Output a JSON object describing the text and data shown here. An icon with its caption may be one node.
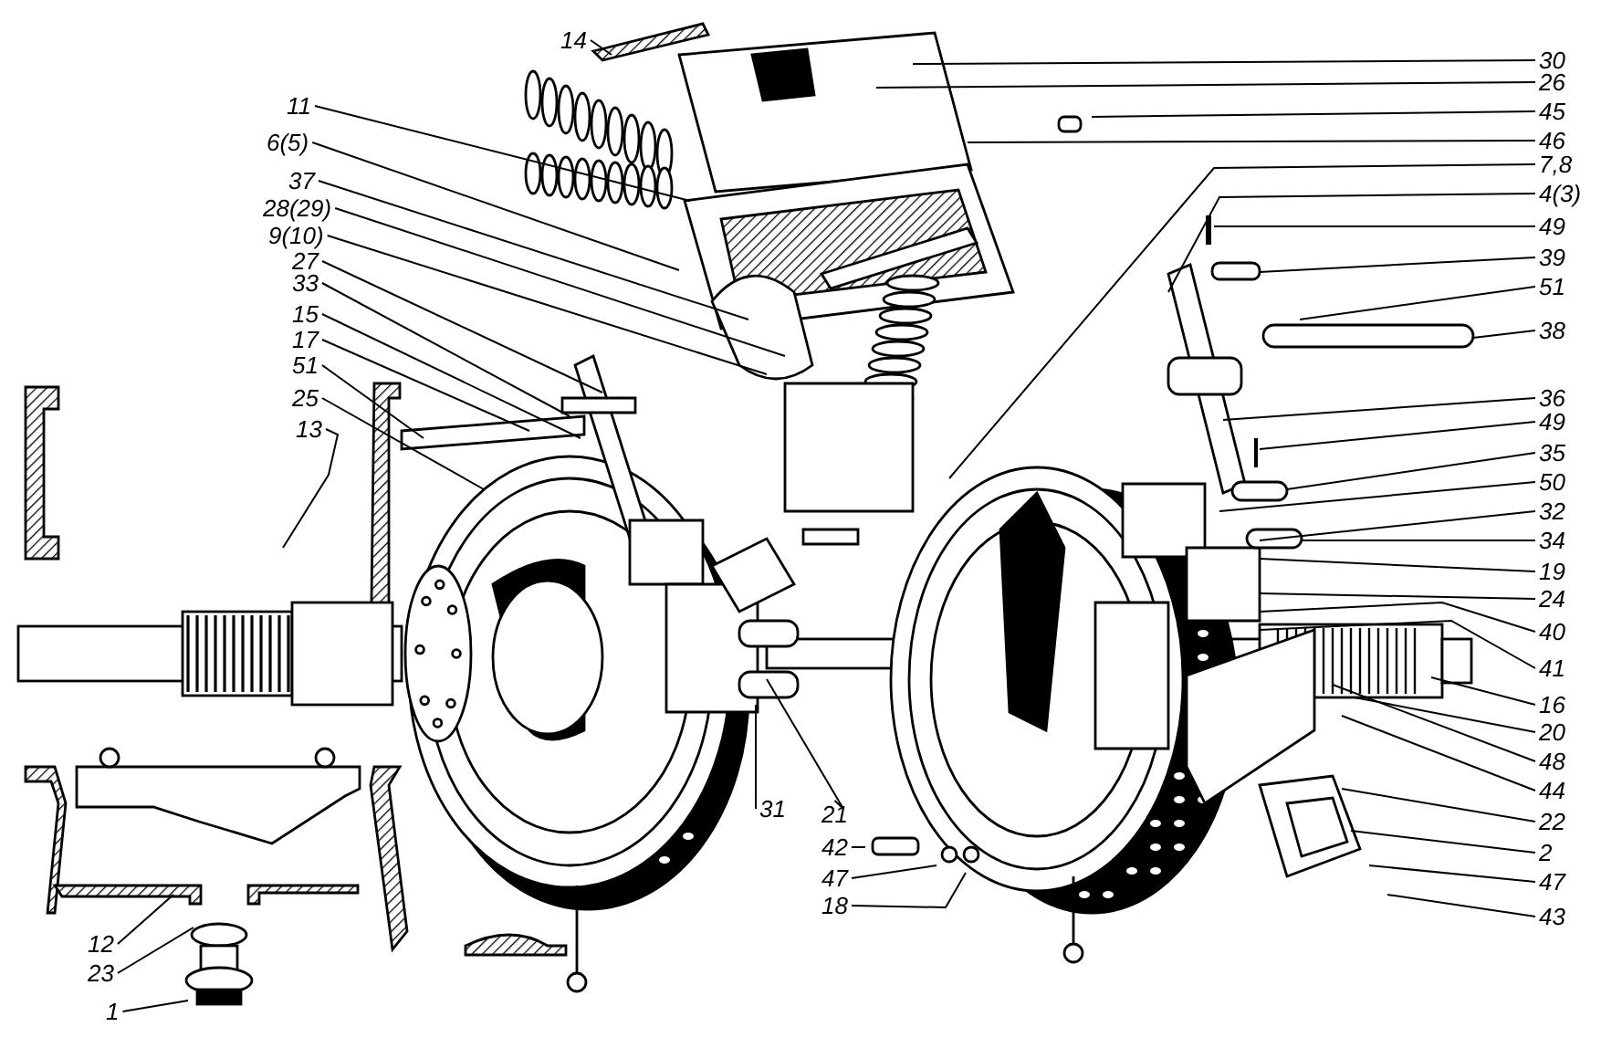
{
  "diagram": {
    "nodes": [
      {
        "text": [
          "14"
        ]
      },
      {
        "text": [
          "11"
        ]
      },
      {
        "text": [
          "6(5)"
        ]
      },
      {
        "text": [
          "37"
        ]
      },
      {
        "text": [
          "28(29)"
        ]
      },
      {
        "text": [
          "9(10)"
        ]
      },
      {
        "text": [
          "27"
        ]
      },
      {
        "text": [
          "33"
        ]
      },
      {
        "text": [
          "15"
        ]
      },
      {
        "text": [
          "17"
        ]
      },
      {
        "text": [
          "51"
        ]
      },
      {
        "text": [
          "25"
        ]
      },
      {
        "text": [
          "13"
        ]
      },
      {
        "text": [
          "30"
        ]
      },
      {
        "text": [
          "26"
        ]
      },
      {
        "text": [
          "45"
        ]
      },
      {
        "text": [
          "46"
        ]
      },
      {
        "text": [
          "7,8"
        ]
      },
      {
        "text": [
          "4(3)"
        ]
      },
      {
        "text": [
          "49"
        ]
      },
      {
        "text": [
          "39"
        ]
      },
      {
        "text": [
          "51"
        ]
      },
      {
        "text": [
          "38"
        ]
      },
      {
        "text": [
          "36"
        ]
      },
      {
        "text": [
          "49"
        ]
      },
      {
        "text": [
          "35"
        ]
      },
      {
        "text": [
          "50"
        ]
      },
      {
        "text": [
          "32"
        ]
      },
      {
        "text": [
          "34"
        ]
      },
      {
        "text": [
          "19"
        ]
      },
      {
        "text": [
          "24"
        ]
      },
      {
        "text": [
          "40"
        ]
      },
      {
        "text": [
          "41"
        ]
      },
      {
        "text": [
          "16"
        ]
      },
      {
        "text": [
          "20"
        ]
      },
      {
        "text": [
          "48"
        ]
      },
      {
        "text": [
          "44"
        ]
      },
      {
        "text": [
          "22"
        ]
      },
      {
        "text": [
          "2"
        ]
      },
      {
        "text": [
          "47"
        ]
      },
      {
        "text": [
          "43"
        ]
      },
      {
        "text": [
          "12"
        ]
      },
      {
        "text": [
          "23"
        ]
      },
      {
        "text": [
          "1"
        ]
      },
      {
        "text": [
          "31"
        ]
      },
      {
        "text": [
          "21"
        ]
      },
      {
        "text": [
          "42"
        ]
      },
      {
        "text": [
          "47"
        ]
      },
      {
        "text": [
          "18"
        ]
      }
    ],
    "edges": [
      {
        "from": 0,
        "to": null,
        "arrow": "none"
      },
      {
        "from": 1,
        "to": null,
        "arrow": "none"
      },
      {
        "from": 2,
        "to": null,
        "arrow": "none"
      },
      {
        "from": 3,
        "to": null,
        "arrow": "none"
      },
      {
        "from": 4,
        "to": null,
        "arrow": "none"
      },
      {
        "from": 5,
        "to": null,
        "arrow": "none"
      },
      {
        "from": 6,
        "to": null,
        "arrow": "none"
      },
      {
        "from": 7,
        "to": null,
        "arrow": "none"
      },
      {
        "from": 8,
        "to": null,
        "arrow": "none"
      },
      {
        "from": 9,
        "to": null,
        "arrow": "none"
      },
      {
        "from": 10,
        "to": null,
        "arrow": "none"
      },
      {
        "from": 11,
        "to": null,
        "arrow": "none"
      },
      {
        "from": 12,
        "to": null,
        "arrow": "none"
      },
      {
        "from": 13,
        "to": null,
        "arrow": "none"
      },
      {
        "from": 14,
        "to": null,
        "arrow": "none"
      },
      {
        "from": 15,
        "to": null,
        "arrow": "none"
      },
      {
        "from": 16,
        "to": null,
        "arrow": "none"
      },
      {
        "from": 17,
        "to": null,
        "arrow": "none"
      },
      {
        "from": 18,
        "to": null,
        "arrow": "none"
      },
      {
        "from": 19,
        "to": null,
        "arrow": "none"
      },
      {
        "from": 20,
        "to": null,
        "arrow": "none"
      },
      {
        "from": 21,
        "to": null,
        "arrow": "none"
      },
      {
        "from": 22,
        "to": null,
        "arrow": "none"
      },
      {
        "from": 23,
        "to": null,
        "arrow": "none"
      },
      {
        "from": 24,
        "to": null,
        "arrow": "none"
      },
      {
        "from": 25,
        "to": null,
        "arrow": "none"
      },
      {
        "from": 26,
        "to": null,
        "arrow": "none"
      },
      {
        "from": 27,
        "to": null,
        "arrow": "none"
      },
      {
        "from": 28,
        "to": null,
        "arrow": "none"
      },
      {
        "from": 29,
        "to": null,
        "arrow": "none"
      },
      {
        "from": 30,
        "to": null,
        "arrow": "none"
      },
      {
        "from": 31,
        "to": null,
        "arrow": "none"
      },
      {
        "from": 32,
        "to": null,
        "arrow": "none"
      },
      {
        "from": 33,
        "to": null,
        "arrow": "none"
      },
      {
        "from": 34,
        "to": null,
        "arrow": "none"
      },
      {
        "from": 35,
        "to": null,
        "arrow": "none"
      },
      {
        "from": 36,
        "to": null,
        "arrow": "none"
      },
      {
        "from": 37,
        "to": null,
        "arrow": "none"
      },
      {
        "from": 38,
        "to": null,
        "arrow": "none"
      },
      {
        "from": 39,
        "to": null,
        "arrow": "none"
      },
      {
        "from": 40,
        "to": null,
        "arrow": "none"
      },
      {
        "from": 41,
        "to": null,
        "arrow": "none"
      },
      {
        "from": 42,
        "to": null,
        "arrow": "none"
      },
      {
        "from": 43,
        "to": null,
        "arrow": "none"
      },
      {
        "from": 44,
        "to": null,
        "arrow": "none"
      },
      {
        "from": 45,
        "to": null,
        "arrow": "none"
      },
      {
        "from": 46,
        "to": null,
        "arrow": "none"
      },
      {
        "from": 47,
        "to": null,
        "arrow": "none"
      },
      {
        "from": 48,
        "to": null,
        "arrow": "none"
      }
    ]
  }
}
